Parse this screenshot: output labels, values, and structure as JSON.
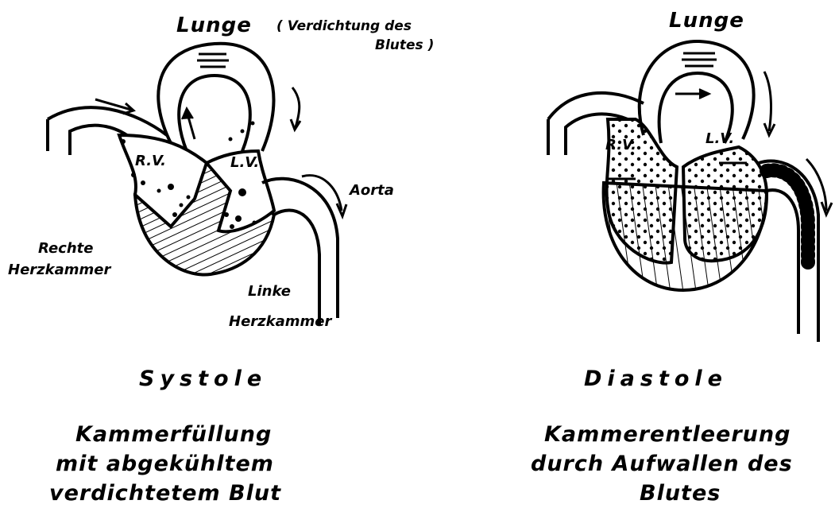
{
  "left": {
    "lung": "Lunge",
    "lung_note_1": "( Verdichtung des",
    "lung_note_2": "Blutes )",
    "rv": "R.V.",
    "lv": "L.V.",
    "aorta": "Aorta",
    "right_chamber_1": "Rechte",
    "right_chamber_2": "Herzkammer",
    "left_chamber_1": "Linke",
    "left_chamber_2": "Herzkammer",
    "phase": "Systole",
    "desc": [
      "Kammerfüllung",
      "mit abgekühltem",
      "verdichtetem Blut"
    ]
  },
  "right": {
    "lung": "Lunge",
    "rv": "R.V.",
    "lv": "L.V.",
    "phase": "Diastole",
    "desc": [
      "Kammerentleerung",
      "durch Aufwallen des",
      "Blutes"
    ]
  }
}
